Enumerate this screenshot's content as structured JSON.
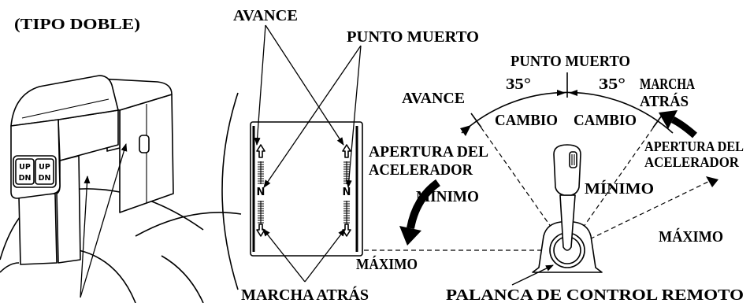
{
  "colors": {
    "ink": "#000000",
    "background": "#ffffff"
  },
  "header": {
    "title": "(TIPO DOBLE)"
  },
  "remote_control": {
    "buttons": [
      {
        "up": "UP",
        "down": "DN"
      },
      {
        "up": "UP",
        "down": "DN"
      }
    ]
  },
  "indicator_panel": {
    "forward_label": "AVANCE",
    "neutral_label": "PUNTO MUERTO",
    "reverse_label": "MARCHA ATRÁS",
    "strips": [
      {
        "neutral_mark": "N"
      },
      {
        "neutral_mark": "N"
      }
    ]
  },
  "lever_diagram": {
    "neutral_label": "PUNTO MUERTO",
    "angle_left": "35°",
    "angle_right": "35°",
    "forward_label": "AVANCE",
    "reverse_label": [
      "MARCHA",
      "ATRÁS"
    ],
    "shift_left": "CAMBIO",
    "shift_right": "CAMBIO",
    "throttle_left": [
      "APERTURA DEL",
      "ACELERADOR"
    ],
    "throttle_right": [
      "APERTURA DEL",
      "ACELERADOR"
    ],
    "minimum_left": "MÍNIMO",
    "minimum_right": "MÍNIMO",
    "maximum_left": "MÁXIMO",
    "maximum_right": "MÁXIMO",
    "lever_label": "PALANCA DE CONTROL REMOTO"
  }
}
